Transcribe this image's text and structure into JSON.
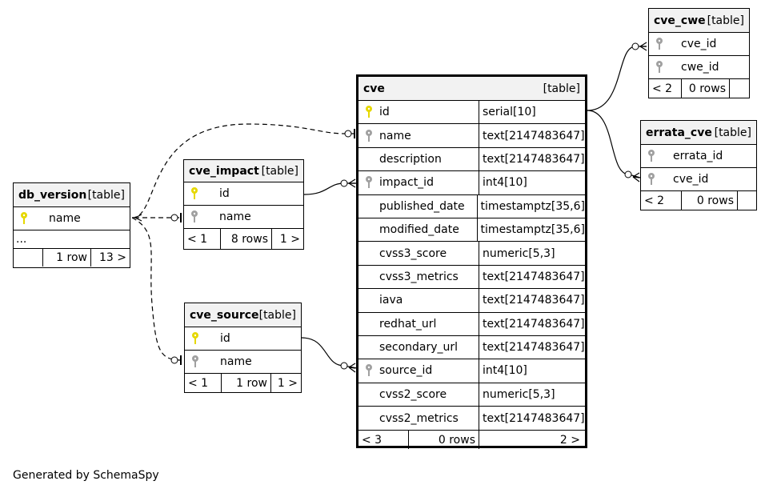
{
  "footer": "Generated by SchemaSpy",
  "tables": {
    "cve_cwe": {
      "name": "cve_cwe",
      "type": "[table]",
      "columns": [
        {
          "name": "cve_id",
          "key": "foreign"
        },
        {
          "name": "cwe_id",
          "key": "foreign"
        }
      ],
      "footer": {
        "parents": "< 2",
        "rows": "0 rows",
        "children": ""
      }
    },
    "errata_cve": {
      "name": "errata_cve",
      "type": "[table]",
      "columns": [
        {
          "name": "errata_id",
          "key": "foreign"
        },
        {
          "name": "cve_id",
          "key": "foreign"
        }
      ],
      "footer": {
        "parents": "< 2",
        "rows": "0 rows",
        "children": ""
      }
    },
    "cve": {
      "name": "cve",
      "type": "[table]",
      "columns": [
        {
          "name": "id",
          "type": "serial[10]",
          "key": "primary"
        },
        {
          "name": "name",
          "type": "text[2147483647]",
          "key": "foreign"
        },
        {
          "name": "description",
          "type": "text[2147483647]",
          "key": "none"
        },
        {
          "name": "impact_id",
          "type": "int4[10]",
          "key": "foreign"
        },
        {
          "name": "published_date",
          "type": "timestamptz[35,6]",
          "key": "none"
        },
        {
          "name": "modified_date",
          "type": "timestamptz[35,6]",
          "key": "none"
        },
        {
          "name": "cvss3_score",
          "type": "numeric[5,3]",
          "key": "none"
        },
        {
          "name": "cvss3_metrics",
          "type": "text[2147483647]",
          "key": "none"
        },
        {
          "name": "iava",
          "type": "text[2147483647]",
          "key": "none"
        },
        {
          "name": "redhat_url",
          "type": "text[2147483647]",
          "key": "none"
        },
        {
          "name": "secondary_url",
          "type": "text[2147483647]",
          "key": "none"
        },
        {
          "name": "source_id",
          "type": "int4[10]",
          "key": "foreign"
        },
        {
          "name": "cvss2_score",
          "type": "numeric[5,3]",
          "key": "none"
        },
        {
          "name": "cvss2_metrics",
          "type": "text[2147483647]",
          "key": "none"
        }
      ],
      "footer": {
        "parents": "< 3",
        "rows": "0 rows",
        "children": "2 >"
      }
    },
    "cve_impact": {
      "name": "cve_impact",
      "type": "[table]",
      "columns": [
        {
          "name": "id",
          "key": "primary"
        },
        {
          "name": "name",
          "key": "foreign"
        }
      ],
      "footer": {
        "parents": "< 1",
        "rows": "8 rows",
        "children": "1 >"
      }
    },
    "db_version": {
      "name": "db_version",
      "type": "[table]",
      "columns": [
        {
          "name": "name",
          "key": "primary"
        },
        {
          "name": "...",
          "key": "ellipsis"
        }
      ],
      "footer": {
        "parents": "",
        "rows": "1 row",
        "children": "13 >"
      }
    },
    "cve_source": {
      "name": "cve_source",
      "type": "[table]",
      "columns": [
        {
          "name": "id",
          "key": "primary"
        },
        {
          "name": "name",
          "key": "foreign"
        }
      ],
      "footer": {
        "parents": "< 1",
        "rows": "1 row",
        "children": "1 >"
      }
    }
  },
  "colors": {
    "primary_key": "#e6d800",
    "foreign_key": "#a0a0a0",
    "header_bg": "#f2f2f2"
  }
}
